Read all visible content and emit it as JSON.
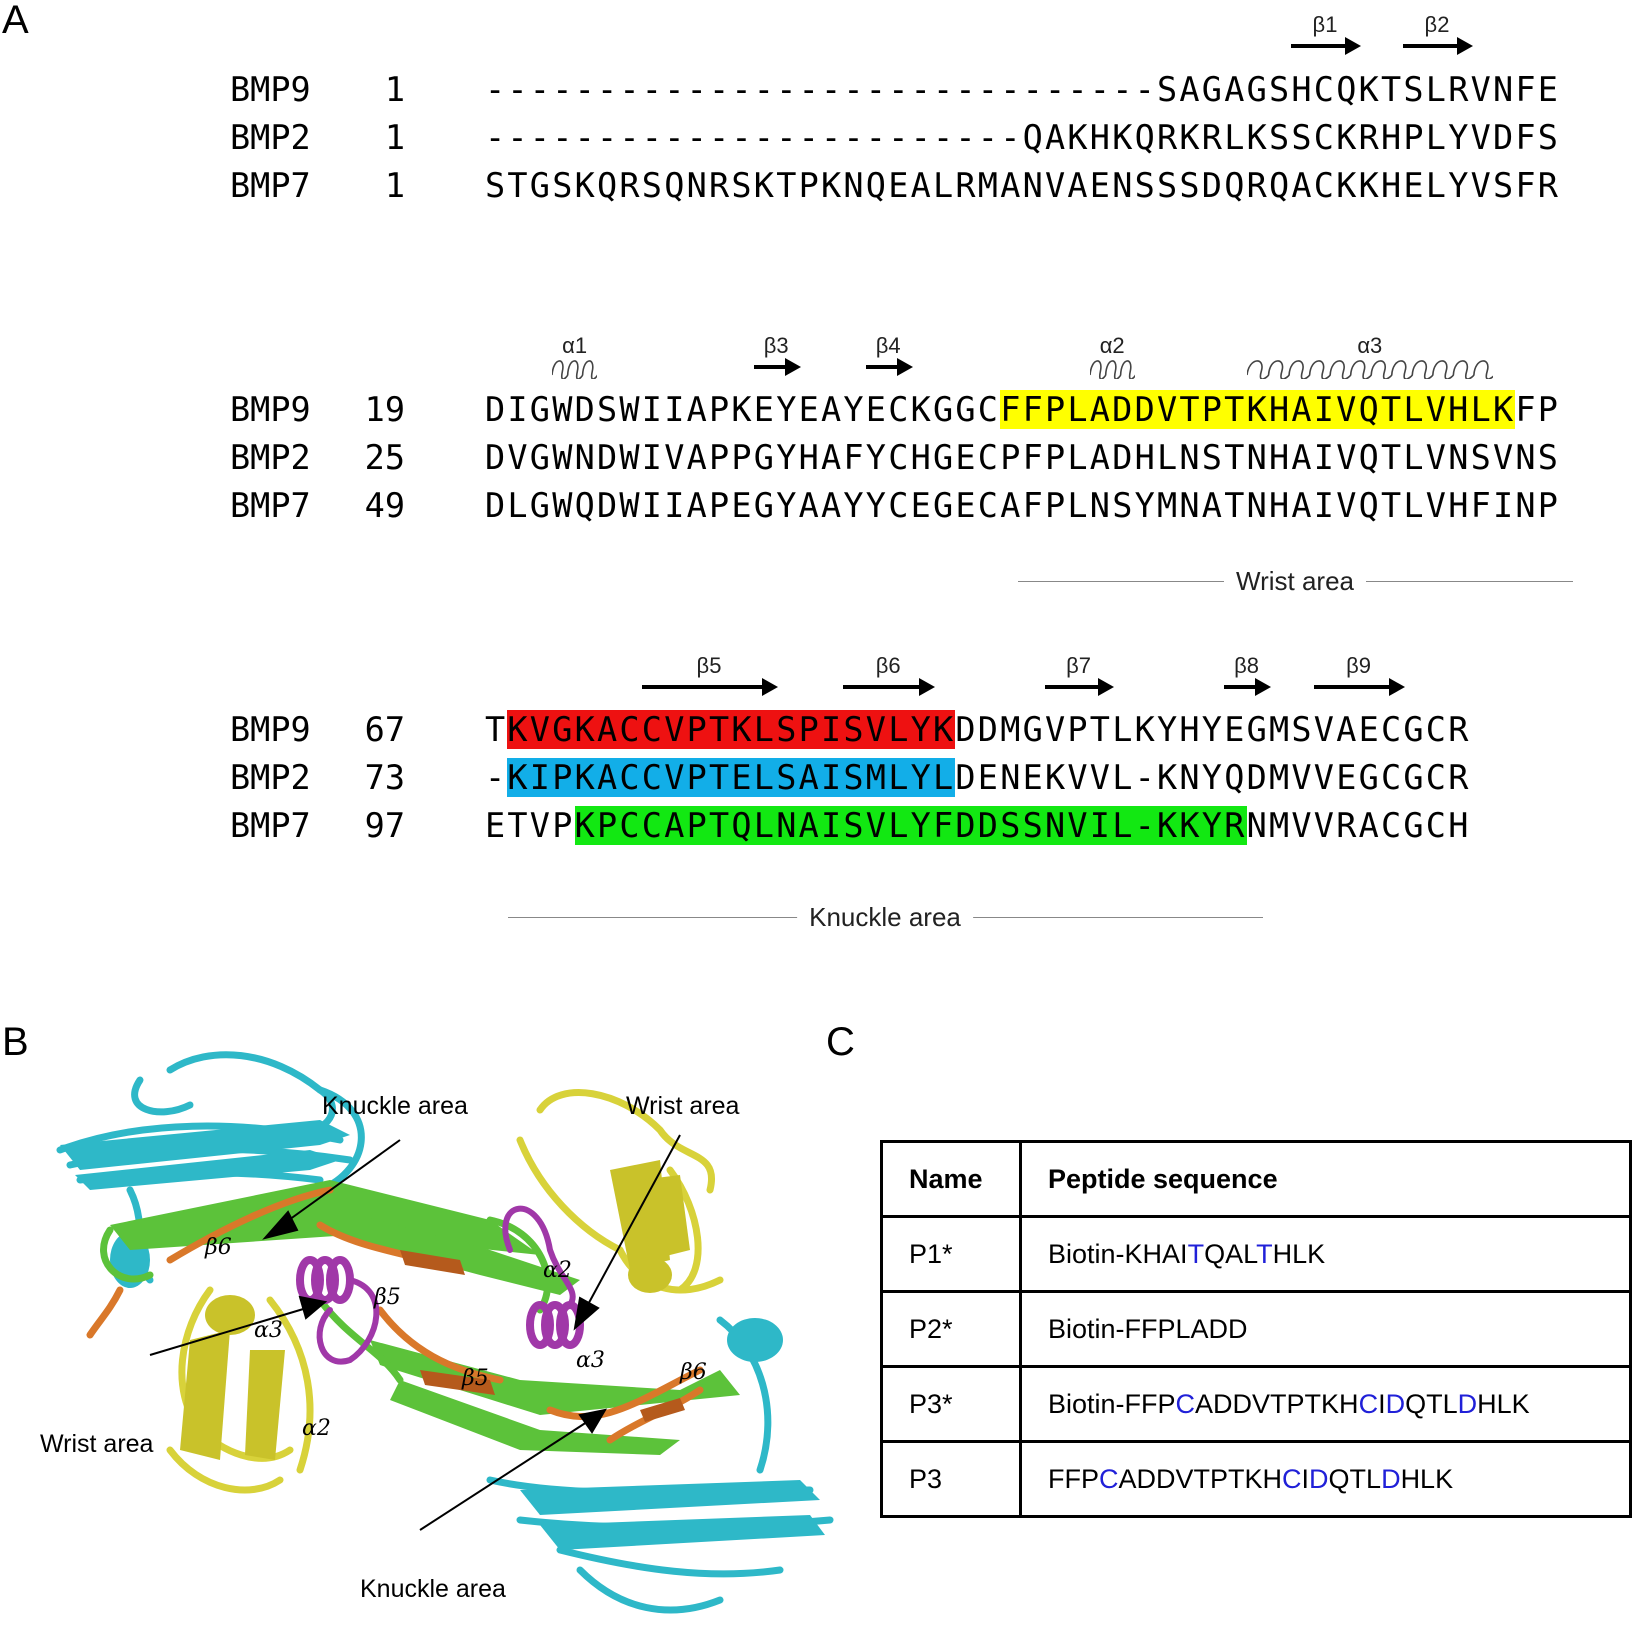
{
  "panel_labels": {
    "a": "A",
    "b": "B",
    "c": "C"
  },
  "alignment": {
    "blocks": [
      {
        "rows": [
          {
            "name": "BMP9",
            "start": "1",
            "segments": [
              {
                "text": "------------------------------SAGAGSHCQKTSLRVNFE",
                "hl": ""
              }
            ]
          },
          {
            "name": "BMP2",
            "start": "1",
            "segments": [
              {
                "text": "------------------------QAKHKQRKRLKSSCKRHPLYVDFS",
                "hl": ""
              }
            ]
          },
          {
            "name": "BMP7",
            "start": "1",
            "segments": [
              {
                "text": "STGSKQRSQNRSKTPKNQEALRMANVAENSSSDQRQACKKHELYVSFR",
                "hl": ""
              }
            ]
          }
        ],
        "ss": [
          {
            "label": "β1",
            "type": "strand"
          },
          {
            "label": "β2",
            "type": "strand"
          }
        ]
      },
      {
        "rows": [
          {
            "name": "BMP9",
            "start": "19",
            "segments": [
              {
                "text": "DIGWDSWIIAPKEYEAYECKGGC",
                "hl": ""
              },
              {
                "text": "FFPLADDVTPTKHAIVQTLVHLK",
                "hl": "#ffff00"
              },
              {
                "text": "FP",
                "hl": ""
              }
            ]
          },
          {
            "name": "BMP2",
            "start": "25",
            "segments": [
              {
                "text": "DVGWNDWIVAPPGYHAFYCHGECPFPLADHLNSTNHAIVQTLVNSVNS",
                "hl": ""
              }
            ]
          },
          {
            "name": "BMP7",
            "start": "49",
            "segments": [
              {
                "text": "DLGWQDWIIAPEGYAAYYCEGECAFPLNSYMNATNHAIVQTLVHFINP",
                "hl": ""
              }
            ]
          }
        ],
        "ss": [
          {
            "label": "α1",
            "type": "helix"
          },
          {
            "label": "β3",
            "type": "strand"
          },
          {
            "label": "β4",
            "type": "strand"
          },
          {
            "label": "α2",
            "type": "helix"
          },
          {
            "label": "α3",
            "type": "helix"
          }
        ],
        "region_label": "Wrist area"
      },
      {
        "rows": [
          {
            "name": "BMP9",
            "start": "67",
            "segments": [
              {
                "text": "T",
                "hl": ""
              },
              {
                "text": "KVGKACCVPTKLSPISVLYK",
                "hl": "#ee1111"
              },
              {
                "text": "DDMGVPTLKYHYEGMSVAECGCR",
                "hl": ""
              }
            ]
          },
          {
            "name": "BMP2",
            "start": "73",
            "segments": [
              {
                "text": "-",
                "hl": ""
              },
              {
                "text": "KIPKACCVPTELSAISMLYL",
                "hl": "#12aee8"
              },
              {
                "text": "DENEKVVL-KNYQDMVVEGCGCR",
                "hl": ""
              }
            ]
          },
          {
            "name": "BMP7",
            "start": "97",
            "segments": [
              {
                "text": "ETVP",
                "hl": ""
              },
              {
                "text": "KPCCAPTQLNAISVLYFDDSSNVIL-KKYR",
                "hl": "#12e812"
              },
              {
                "text": "NMVVRACGCH",
                "hl": ""
              }
            ]
          }
        ],
        "ss": [
          {
            "label": "β5",
            "type": "strand"
          },
          {
            "label": "β6",
            "type": "strand"
          },
          {
            "label": "β7",
            "type": "strand"
          },
          {
            "label": "β8",
            "type": "strand"
          },
          {
            "label": "β9",
            "type": "strand"
          }
        ],
        "region_label": "Knuckle area"
      }
    ]
  },
  "structure": {
    "labels": {
      "knuckle_top": "Knuckle area",
      "wrist_top": "Wrist area",
      "wrist_left": "Wrist area",
      "knuckle_bottom": "Knuckle area"
    },
    "ss_labels": {
      "b6_left": "β6",
      "b5_top": "β5",
      "a3_left": "α3",
      "a2_left": "α2",
      "a2_right": "α2",
      "a3_right": "α3",
      "b5_mid": "β5",
      "b6_right": "β6"
    },
    "colors": {
      "cyan": "#2eb8c8",
      "green": "#5cc23a",
      "orange": "#d9782a",
      "purple": "#a038a8",
      "yellow": "#d8d23a"
    }
  },
  "table": {
    "headers": [
      "Name",
      "Peptide sequence"
    ],
    "rows": [
      {
        "name": "P1*",
        "parts": [
          [
            "Biotin-KHAI",
            0
          ],
          [
            "T",
            1
          ],
          [
            "QAL",
            0
          ],
          [
            "T",
            1
          ],
          [
            "HLK",
            0
          ]
        ]
      },
      {
        "name": "P2*",
        "parts": [
          [
            "Biotin-FFPLADD",
            0
          ]
        ]
      },
      {
        "name": "P3*",
        "parts": [
          [
            "Biotin-FFP",
            0
          ],
          [
            "C",
            1
          ],
          [
            "ADDVTPTKH",
            0
          ],
          [
            "C",
            1
          ],
          [
            "I",
            0
          ],
          [
            "D",
            1
          ],
          [
            "QTL",
            0
          ],
          [
            "D",
            1
          ],
          [
            "HLK",
            0
          ]
        ]
      },
      {
        "name": "P3",
        "parts": [
          [
            "FFP",
            0
          ],
          [
            "C",
            1
          ],
          [
            "ADDVTPTKH",
            0
          ],
          [
            "C",
            1
          ],
          [
            "I",
            0
          ],
          [
            "D",
            1
          ],
          [
            "QTL",
            0
          ],
          [
            "D",
            1
          ],
          [
            "HLK",
            0
          ]
        ]
      }
    ],
    "mutation_color": "#2020d8"
  }
}
